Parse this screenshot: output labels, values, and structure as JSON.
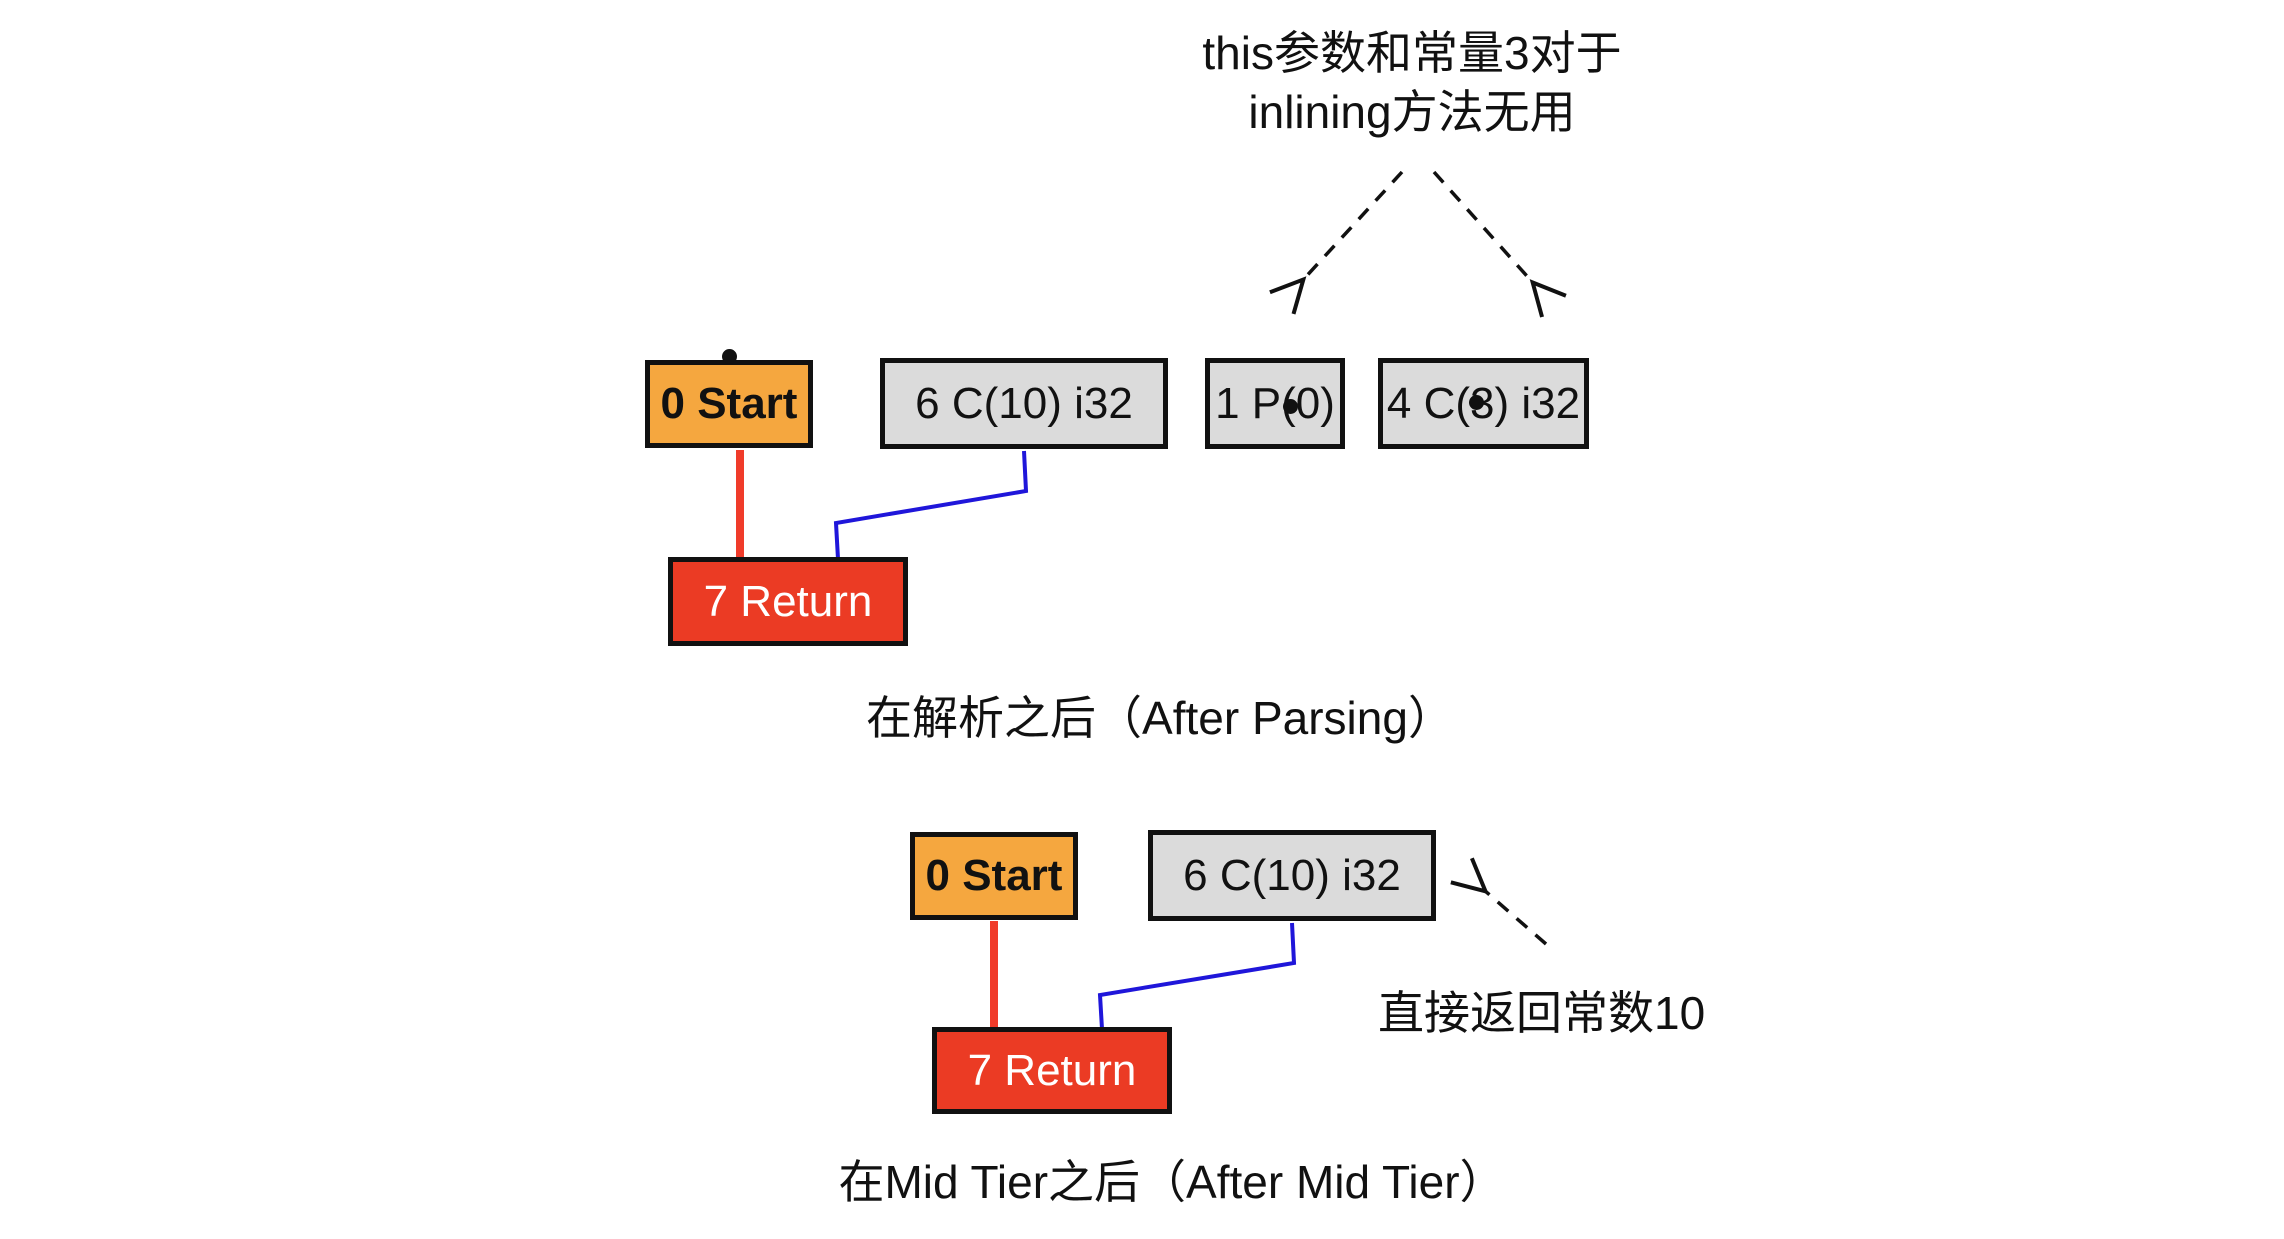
{
  "colors": {
    "node_orange": "#F5A73F",
    "node_gray": "#DBDBDB",
    "node_red": "#EB3B24",
    "edge_red": "#F03B2A",
    "edge_blue": "#1F16DA",
    "ink": "#111111",
    "background": "#FFFFFF"
  },
  "note_top": {
    "line1": "this参数和常量3对于",
    "line2": "inlining方法无用"
  },
  "after_parsing": {
    "caption": "在解析之后（After Parsing）",
    "nodes": {
      "start": "0 Start",
      "const10": "6 C(10) i32",
      "param": "1 P(0)",
      "const3": "4 C(3) i32",
      "return": "7 Return"
    }
  },
  "after_midtier": {
    "caption": "在Mid Tier之后（After Mid Tier）",
    "nodes": {
      "start": "0 Start",
      "const10": "6 C(10) i32",
      "return": "7 Return"
    }
  },
  "note_bottom": "直接返回常数10"
}
